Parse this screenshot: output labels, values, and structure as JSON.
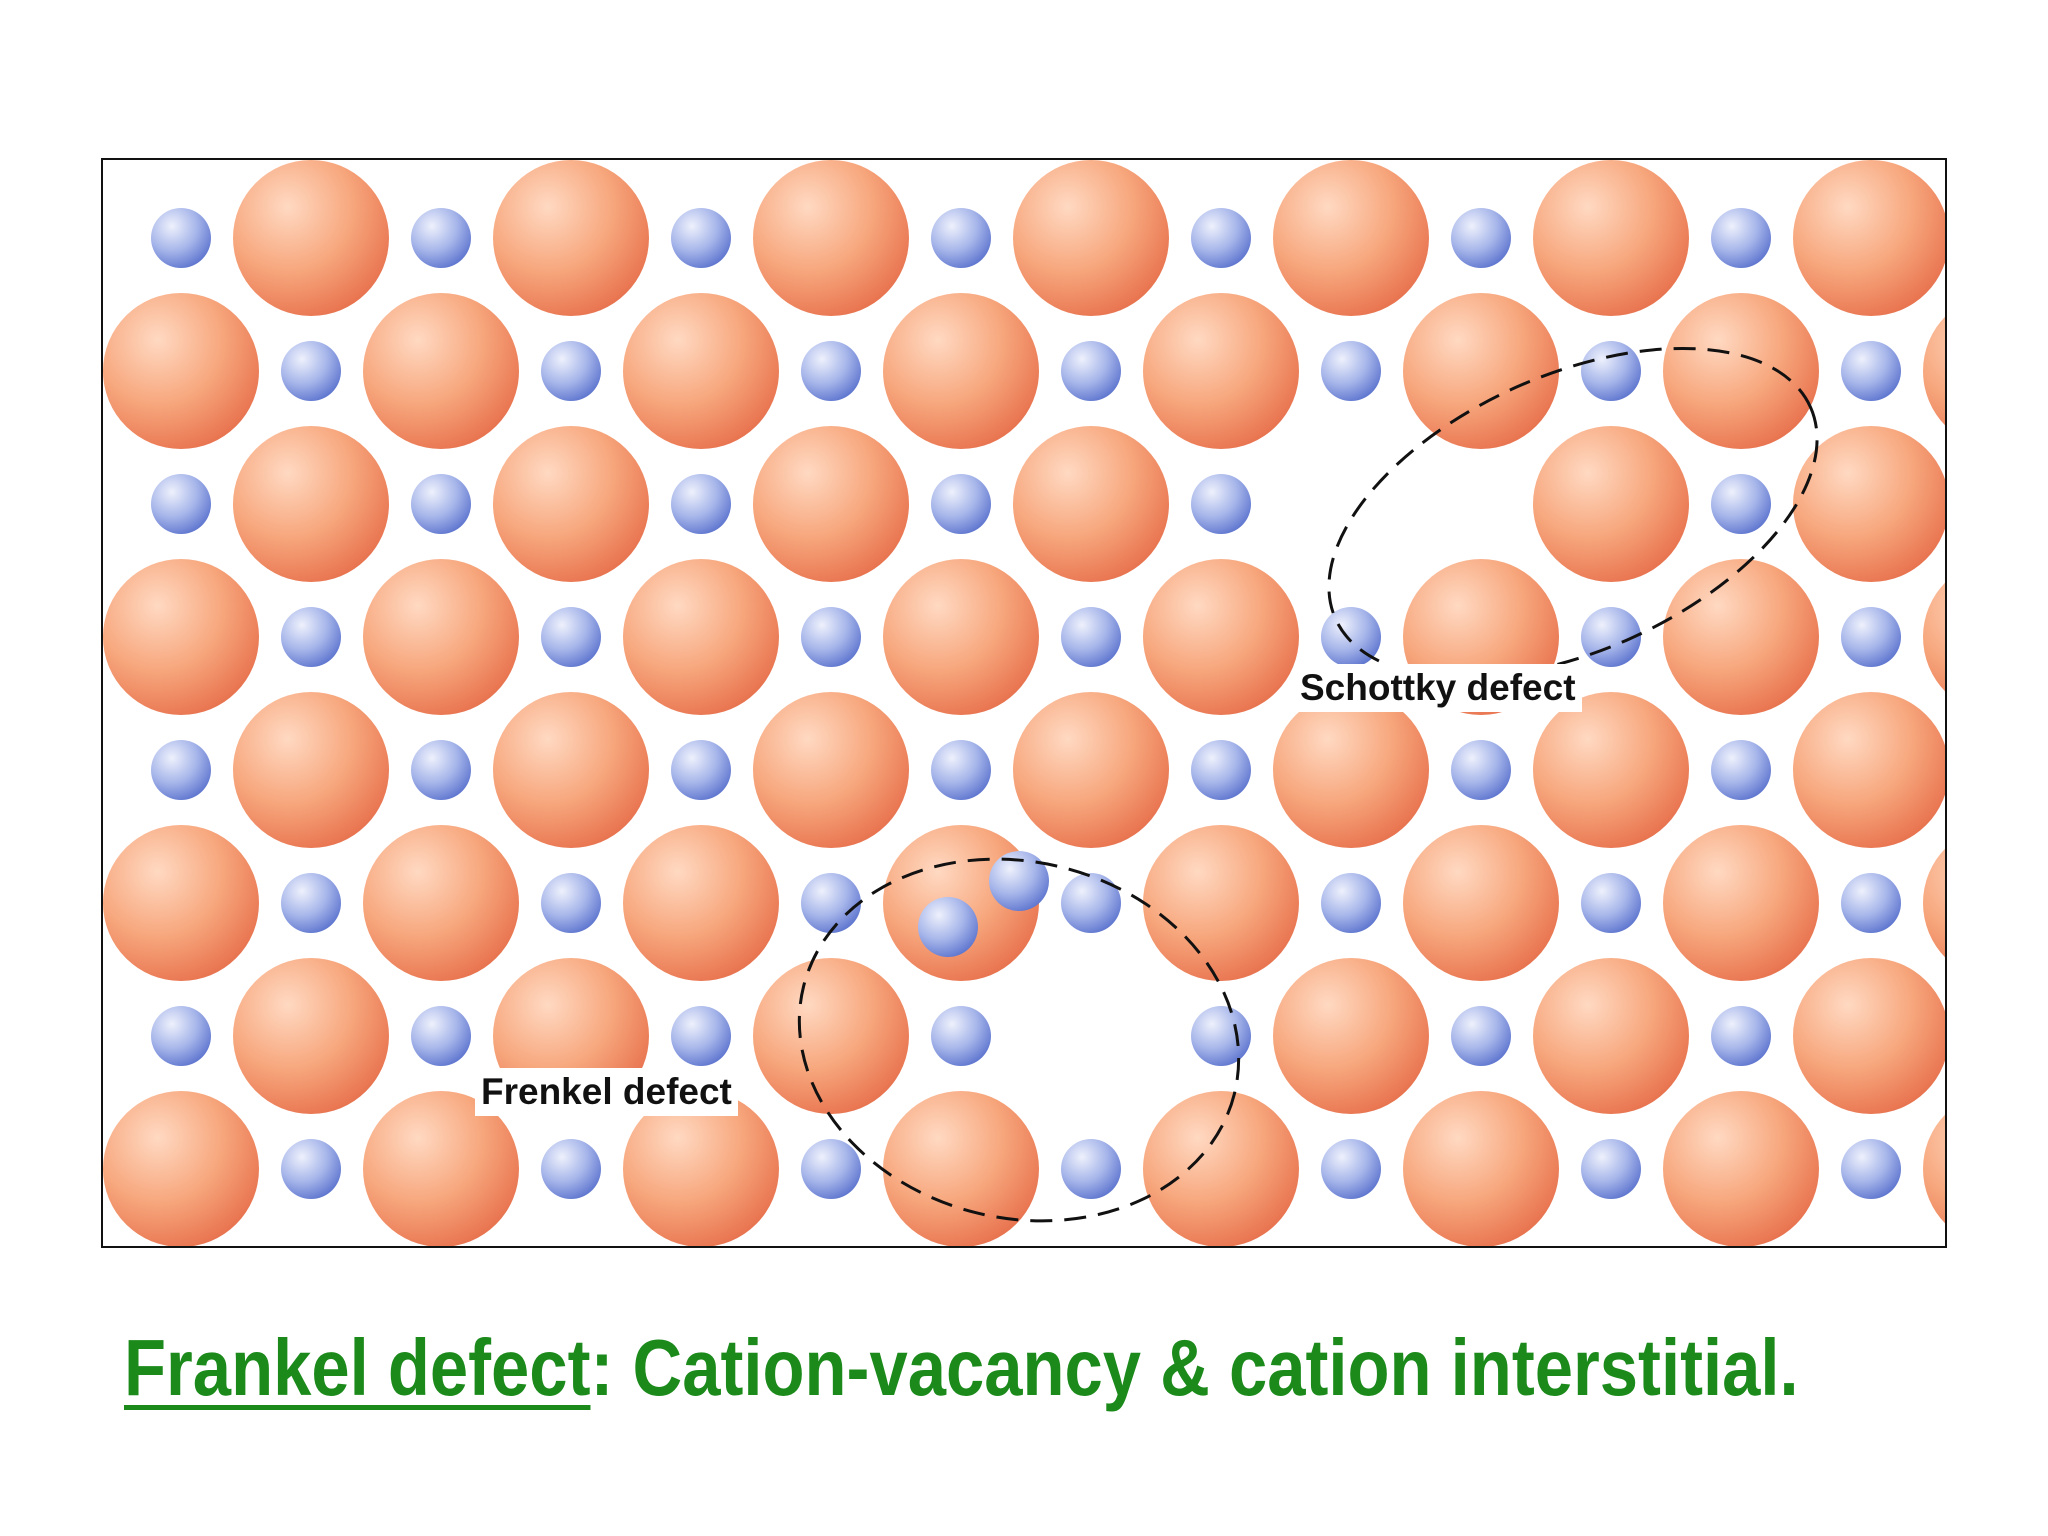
{
  "colors": {
    "anion_light": "#ffd9c2",
    "anion_mid": "#f7a77d",
    "anion_dark": "#e8734f",
    "cation_light": "#eef1fc",
    "cation_mid": "#a7b6ea",
    "cation_dark": "#5f76cf",
    "caption": "#1b8a1b",
    "label_text": "#111111"
  },
  "lattice": {
    "rows": 8,
    "columns": 15,
    "large_ion": "anion",
    "small_ion": "cation",
    "vacancies": [
      {
        "row": 2,
        "col": 9
      },
      {
        "row": 2,
        "col": 10
      },
      {
        "row": 6,
        "col": 7
      }
    ],
    "interstitials": [
      {
        "near_row": 5,
        "near_col": 6
      }
    ]
  },
  "labels": {
    "schottky": "Schottky defect",
    "frenkel": "Frenkel defect"
  },
  "caption": {
    "term": "Frankel defect",
    "rest": ": Cation-vacancy & cation interstitial."
  }
}
